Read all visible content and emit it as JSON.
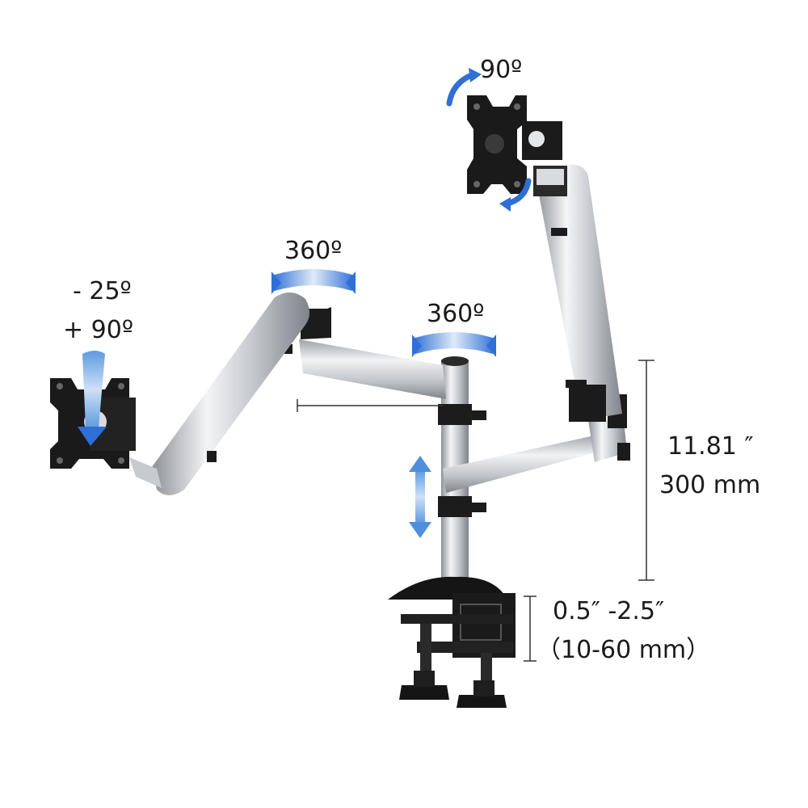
{
  "labels": {
    "tilt_left_neg": "- 25º",
    "tilt_left_pos": "+ 90º",
    "swivel_arm": "360º",
    "swivel_pole": "360º",
    "rotate_top": "90º",
    "height_in": "11.81 ″",
    "height_mm": "300 mm",
    "clamp_in": "0.5″  -2.5″",
    "clamp_mm": "（10-60 mm）"
  },
  "colors": {
    "arrow_blue": "#2f6fd6",
    "arm_silver": "#c9ccd1",
    "metal_dark": "#1b1b1b",
    "dim_line": "#333333"
  }
}
